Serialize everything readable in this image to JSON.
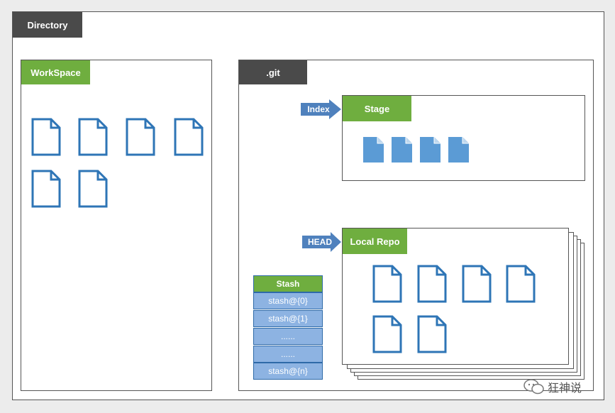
{
  "directory": {
    "label": "Directory"
  },
  "workspace": {
    "label": "WorkSpace"
  },
  "git": {
    "label": ".git"
  },
  "index": {
    "label": "Index"
  },
  "stage": {
    "label": "Stage"
  },
  "head": {
    "label": "HEAD"
  },
  "local_repo": {
    "label": "Local Repo"
  },
  "stash": {
    "title": "Stash",
    "rows": [
      "stash@{0}",
      "stash@{1}",
      "......",
      "......",
      "stash@{n}"
    ]
  },
  "watermark": {
    "text": "狂神说",
    "icon": "wechat-icon"
  },
  "colors": {
    "green": "#6fae3f",
    "dark": "#4a4a4a",
    "blue": "#4f81bd",
    "light_blue": "#8db3e2",
    "file_outline": "#2e75b6",
    "file_fill": "#5b9bd5"
  }
}
